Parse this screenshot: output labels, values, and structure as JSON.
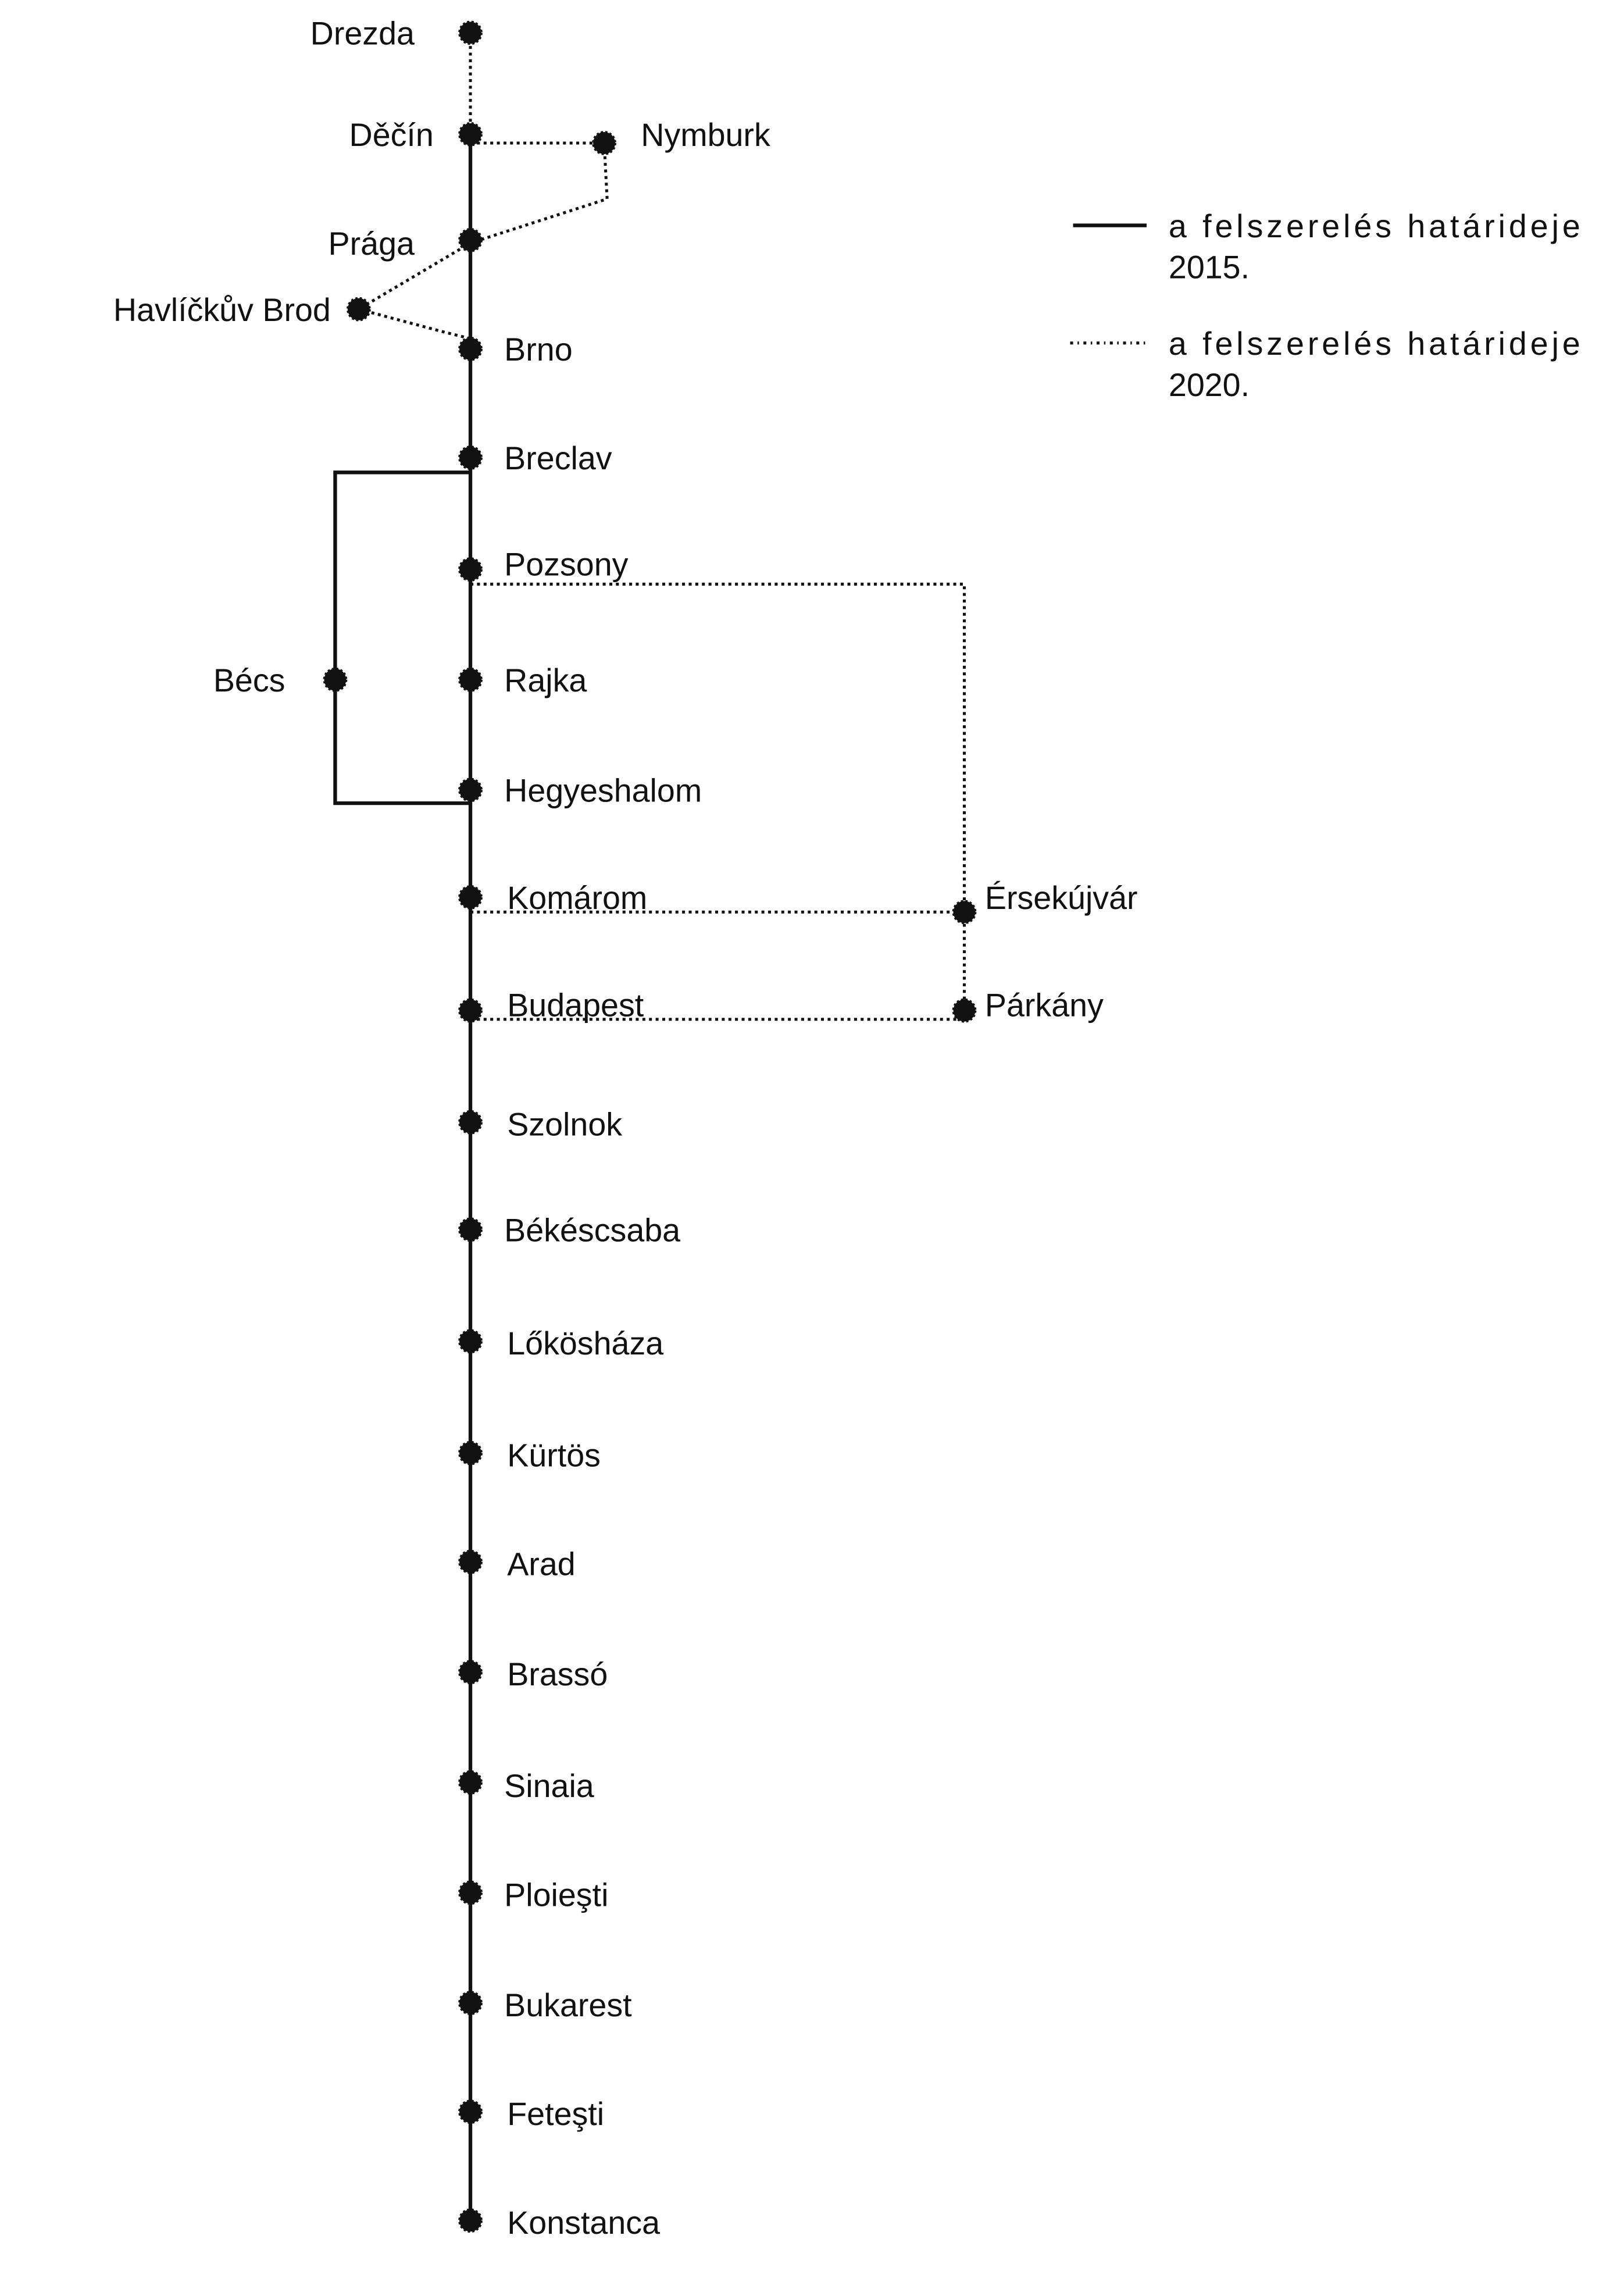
{
  "stations": [
    "Drezda",
    "Děčín",
    "Nymburk",
    "Prága",
    "Havlíčkův Brod",
    "Brno",
    "Breclav",
    "Pozsony",
    "Bécs",
    "Rajka",
    "Hegyeshalom",
    "Komárom",
    "Érsekújvár",
    "Budapest",
    "Párkány",
    "Szolnok",
    "Békéscsaba",
    "Lőkösháza",
    "Kürtös",
    "Arad",
    "Brassó",
    "Sinaia",
    "Ploieşti",
    "Bukarest",
    "Feteşti",
    "Konstanca"
  ],
  "legend": {
    "solid": {
      "line1": "a felszerelés határideje",
      "line2": "2015."
    },
    "dotted": {
      "line1": "a felszerelés határideje",
      "line2": "2020."
    }
  },
  "colors": {
    "ink": "#111111",
    "background": "#ffffff"
  }
}
